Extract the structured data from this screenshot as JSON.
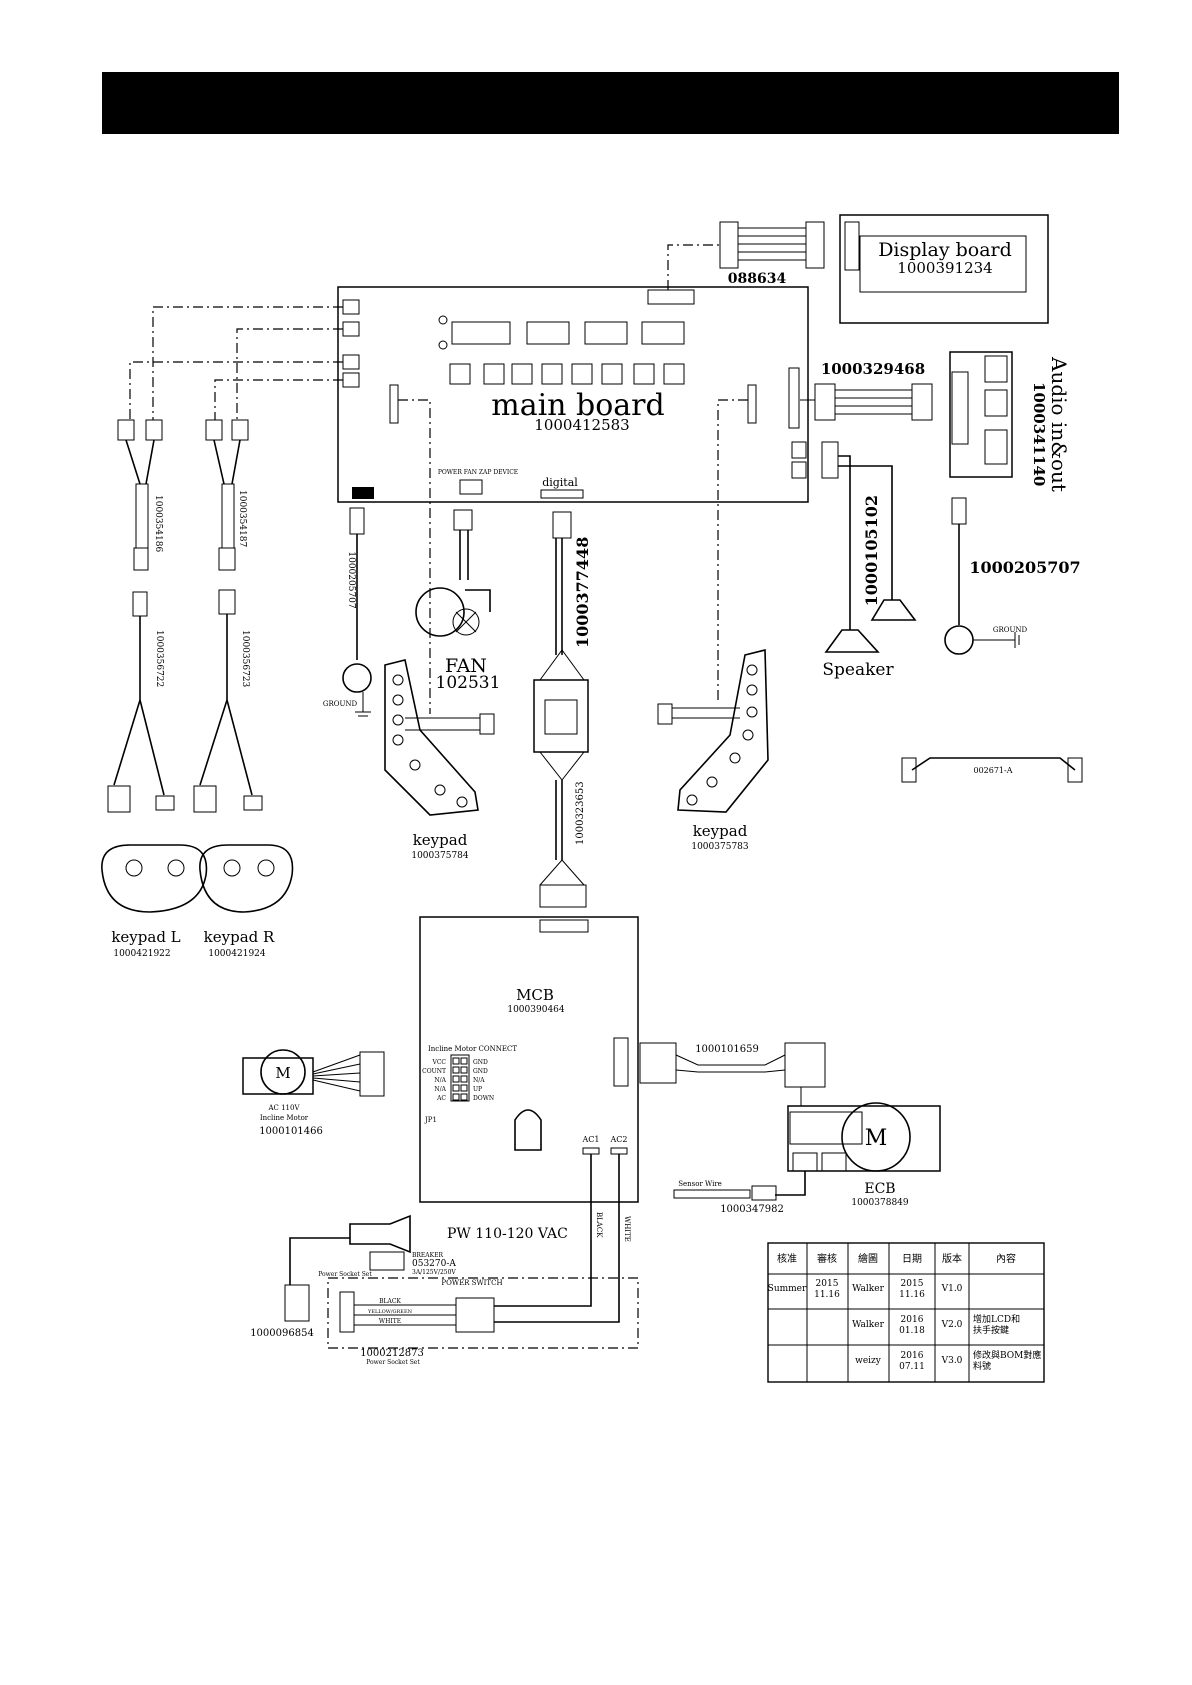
{
  "header": {
    "title": ""
  },
  "main_board": {
    "label": "main board",
    "part": "1000412583",
    "digital": "digital",
    "fan_header": "POWER FAN ZAP DEVICE"
  },
  "display": {
    "label": "Display board",
    "part": "1000391234",
    "cable": "088634"
  },
  "audio": {
    "label": "Audio in&out",
    "part": "1000341140",
    "cable": "1000329468"
  },
  "speaker": {
    "label": "Speaker",
    "cable": "1000105102"
  },
  "fan": {
    "label": "FAN",
    "part": "102531"
  },
  "ground": {
    "label": "GROUND",
    "left_wire": "1000205707",
    "right_wire": "1000205707"
  },
  "cables": {
    "c1": "1000354186",
    "c2": "1000354187",
    "c3": "1000356722",
    "c4": "1000356723",
    "center_top": "1000377448",
    "center_bottom": "1000323653",
    "aux": "002671-A"
  },
  "keypads": {
    "left_label": "keypad",
    "left_part": "1000375784",
    "right_label": "keypad",
    "right_part": "1000375783",
    "kl_label": "keypad L",
    "kl_part": "1000421922",
    "kr_label": "keypad R",
    "kr_part": "1000421924"
  },
  "mcb": {
    "label": "MCB",
    "part": "1000390464",
    "incline_connect": "Incline Motor CONNECT",
    "pins_left": [
      "VCC",
      "COUNT",
      "N/A",
      "N/A",
      "AC"
    ],
    "pins_right": [
      "GND",
      "GND",
      "N/A",
      "UP",
      "DOWN"
    ],
    "jp": "JP1",
    "ac1": "AC1",
    "ac2": "AC2"
  },
  "motor": {
    "symbol": "M",
    "voltage": "AC 110V",
    "name": "Incline Motor",
    "part": "1000101466"
  },
  "ecb": {
    "label": "ECB",
    "part": "1000378849",
    "cable": "1000101659",
    "sensor": "Sensor Wire",
    "sensor_part": "1000347982",
    "symbol": "M"
  },
  "power": {
    "plug": "PW 110-120 VAC",
    "breaker": "BREAKER",
    "breaker_part": "053270-A",
    "breaker_rating": "3A/125V/250V",
    "socket_label": "Power Socket Set",
    "switch": "POWER SWITCH",
    "black": "BLACK",
    "yellow": "YELLOW/GREEN",
    "white": "WHITE",
    "cord_part": "1000096854",
    "socket_part": "1000212873",
    "socket_sub": "Power Socket Set",
    "wire_black": "BLACK",
    "wire_white": "WHITE"
  },
  "revision_table": {
    "headers": [
      "核准",
      "審核",
      "繪圖",
      "日期",
      "版本",
      "內容"
    ],
    "rows": [
      [
        "Summer",
        "2015\n11.16",
        "Walker",
        "2015\n11.16",
        "V1.0",
        ""
      ],
      [
        "",
        "",
        "Walker",
        "2016\n01.18",
        "V2.0",
        "增加LCD和\n扶手按鍵"
      ],
      [
        "",
        "",
        "weizy",
        "2016\n07.11",
        "V3.0",
        "修改與BOM對應\n料號"
      ]
    ]
  }
}
